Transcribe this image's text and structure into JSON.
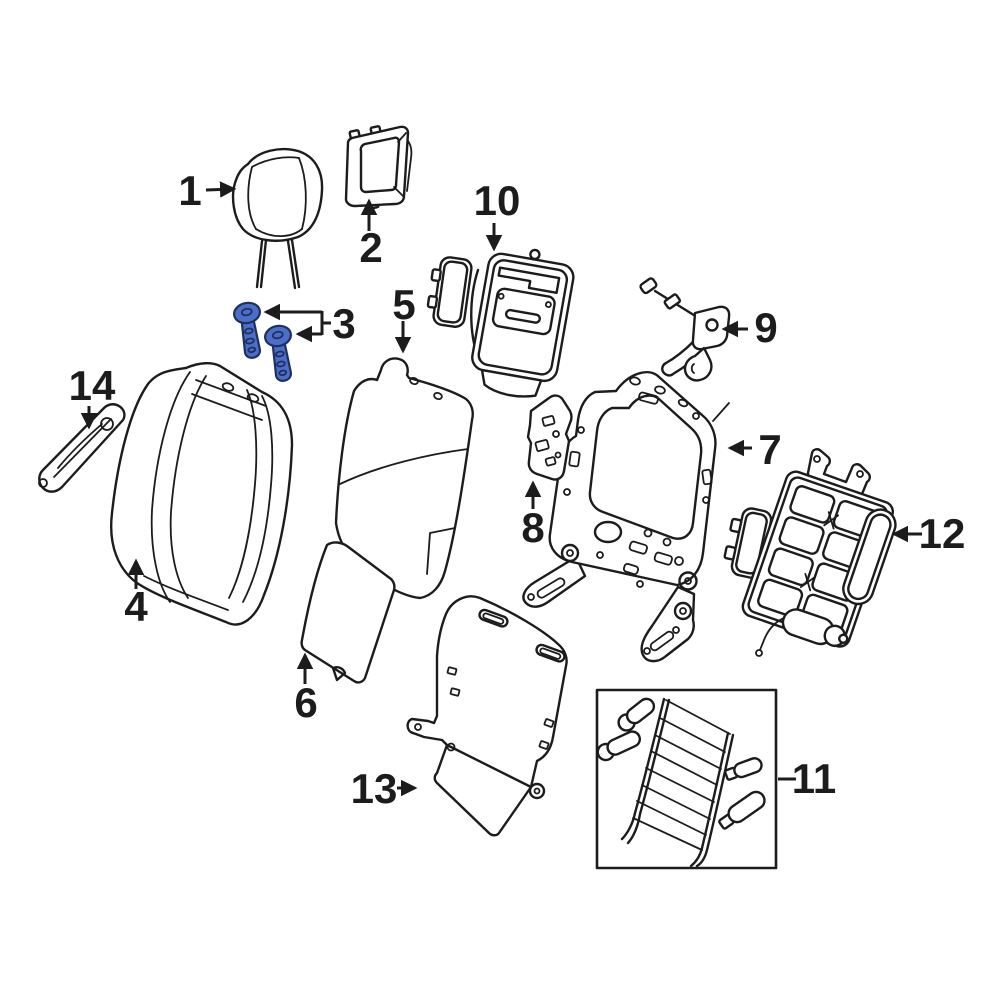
{
  "diagram": {
    "kind": "exploded-parts-diagram",
    "background_color": "#ffffff",
    "line_color": "#1c1c1c",
    "highlight_color": "#4b6fc9",
    "highlighted_callout": "3",
    "callouts": [
      {
        "number": "1",
        "part": "headrest"
      },
      {
        "number": "2",
        "part": "headrest-guide-bezel"
      },
      {
        "number": "3",
        "part": "headrest-guide-screws",
        "highlighted": true
      },
      {
        "number": "4",
        "part": "seat-back-cushion-cover"
      },
      {
        "number": "5",
        "part": "seat-back-foam-pad"
      },
      {
        "number": "6",
        "part": "seat-back-heating-pad"
      },
      {
        "number": "7",
        "part": "seat-back-frame"
      },
      {
        "number": "8",
        "part": "side-mounting-bracket"
      },
      {
        "number": "9",
        "part": "seat-latch"
      },
      {
        "number": "10",
        "part": "upper-lumbar-support"
      },
      {
        "number": "11",
        "part": "heater-grid-kit"
      },
      {
        "number": "12",
        "part": "lumbar-suspension-panel"
      },
      {
        "number": "13",
        "part": "seat-back-trim-panel"
      },
      {
        "number": "14",
        "part": "grab-handle"
      }
    ]
  }
}
